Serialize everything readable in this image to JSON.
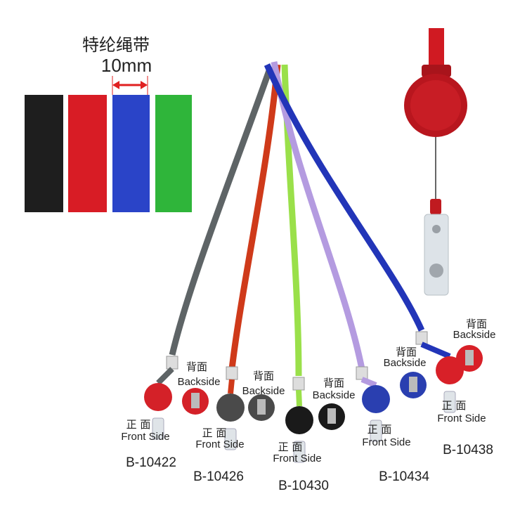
{
  "header": {
    "material": "特纶绳带",
    "width": "10mm"
  },
  "swatch_colors": [
    "#1e1e1e",
    "#d81c25",
    "#2a44c8",
    "#2fb53a"
  ],
  "products": [
    {
      "code": "B-10422",
      "back_cn": "背面",
      "back_en": "Backside",
      "front_cn": "正 面",
      "front_en": "Front Side",
      "color": "#5e6466",
      "reel": "#d42128"
    },
    {
      "code": "B-10426",
      "back_cn": "背面",
      "back_en": "Backside",
      "front_cn": "正 面",
      "front_en": "Front Side",
      "color": "#cf3a1a",
      "reel": "#4a4a4a"
    },
    {
      "code": "B-10430",
      "back_cn": "背面",
      "back_en": "Backside",
      "front_cn": "正 面",
      "front_en": "Front Side",
      "color": "#9ae04a",
      "reel": "#1a1a1a"
    },
    {
      "code": "B-10434",
      "back_cn": "背面",
      "back_en": "Backside",
      "front_cn": "正 面",
      "front_en": "Front Side",
      "color": "#b49be0",
      "reel": "#2a3fb0"
    },
    {
      "code": "B-10438",
      "back_cn": "背面",
      "back_en": "Backside",
      "front_cn": "正 面",
      "front_en": "Front Side",
      "color": "#2235b8",
      "reel": "#d82028"
    }
  ]
}
